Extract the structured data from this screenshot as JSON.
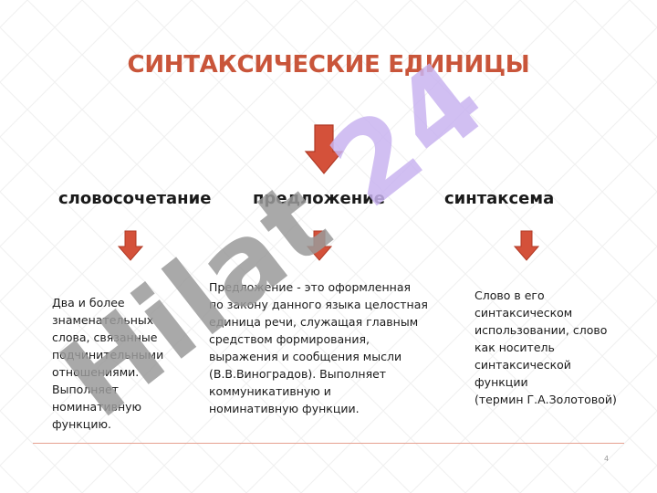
{
  "slide": {
    "title": "СИНТАКСИЧЕСКИЕ ЕДИНИЦЫ",
    "page_number": "4"
  },
  "columns": [
    {
      "term": "словосочетание",
      "description": "Два и более\nзнаменательных\nслова, связанные\nподчинительными\nотношениями.\nВыполняет\nноминативную\nфункцию."
    },
    {
      "term": "предложение",
      "description": "Предложение - это оформленная\nпо закону данного языка целостная\nединица речи, служащая главным\nсредством формирования,\nвыражения  и сообщения мысли\n(В.В.Виноградов). Выполняет\nкоммуникативную и\nноминативную функции."
    },
    {
      "term": "синтаксема",
      "description": "Слово в его\nсинтаксическом\nиспользовании, слово\nкак носитель\nсинтаксической\nфункции\n(термин Г.А.Золотовой)"
    }
  ],
  "watermark": {
    "text": "Hilat 24"
  },
  "colors": {
    "title": "#c9553a",
    "arrow_fill": "#d4513a",
    "arrow_stroke": "#b03a26",
    "watermark_gray": "#9a9a9a",
    "watermark_violet": "#c9b4f0",
    "divider": "#e6a090"
  }
}
